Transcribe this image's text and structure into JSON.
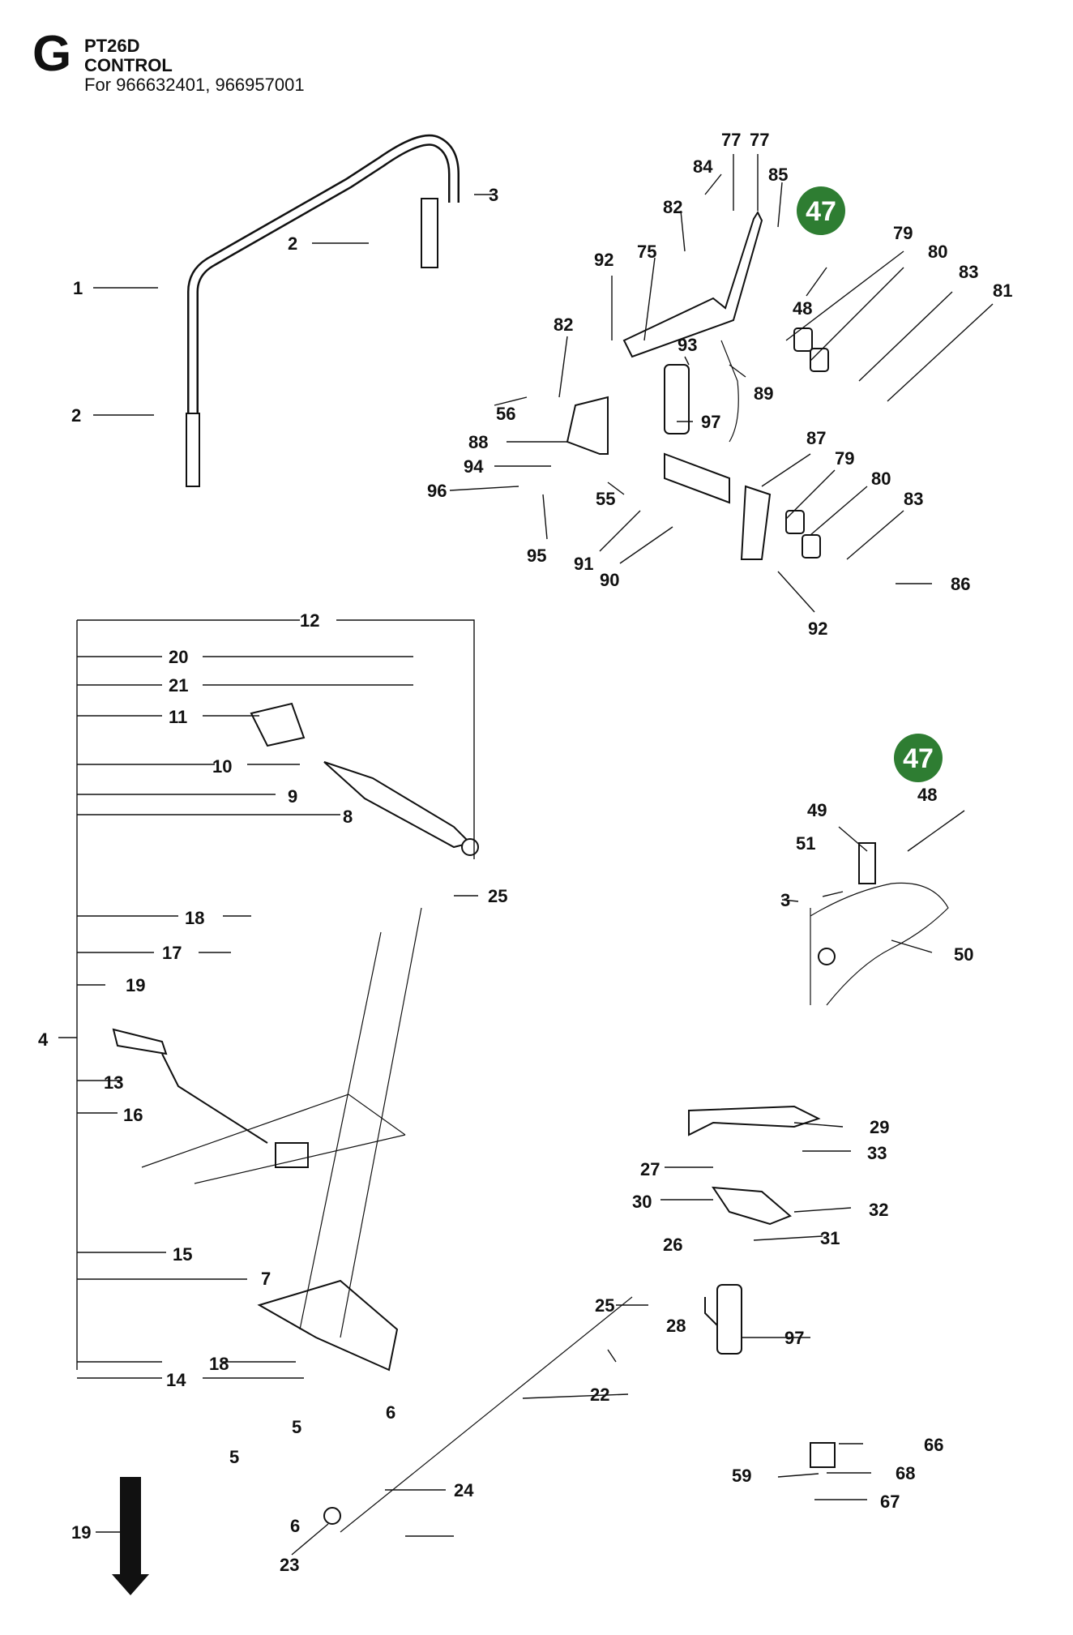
{
  "header": {
    "section_letter": "G",
    "model": "PT26D",
    "section_title": "CONTROL",
    "applicability": "For 966632401, 966957001"
  },
  "badge_label": "47",
  "part_labels": [
    "1",
    "2",
    "3",
    "4",
    "5",
    "6",
    "7",
    "8",
    "9",
    "10",
    "11",
    "12",
    "13",
    "14",
    "15",
    "16",
    "17",
    "18",
    "19",
    "20",
    "21",
    "22",
    "23",
    "24",
    "25",
    "26",
    "27",
    "28",
    "29",
    "30",
    "31",
    "32",
    "33",
    "48",
    "49",
    "50",
    "51",
    "55",
    "56",
    "59",
    "66",
    "67",
    "68",
    "75",
    "77",
    "79",
    "80",
    "81",
    "82",
    "83",
    "84",
    "85",
    "86",
    "87",
    "88",
    "89",
    "90",
    "91",
    "92",
    "93",
    "94",
    "95",
    "96",
    "97"
  ],
  "colors": {
    "badge": "#2e7d32",
    "line": "#111111"
  }
}
